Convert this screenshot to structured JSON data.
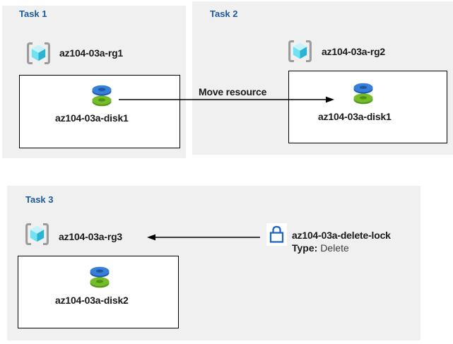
{
  "tasks": [
    {
      "title": "Task 1",
      "resource_group": "az104-03a-rg1",
      "disk": "az104-03a-disk1"
    },
    {
      "title": "Task 2",
      "resource_group": "az104-03a-rg2",
      "disk": "az104-03a-disk1"
    },
    {
      "title": "Task 3",
      "resource_group": "az104-03a-rg3",
      "disk": "az104-03a-disk2"
    }
  ],
  "move_arrow": {
    "label": "Move resource",
    "from": "az104-03a-disk1 in az104-03a-rg1",
    "to": "az104-03a-rg2"
  },
  "lock": {
    "name": "az104-03a-delete-lock",
    "type_label": "Type:",
    "type_value": "Delete",
    "applies_to": "az104-03a-rg3"
  },
  "icons": {
    "resource_group": "resource-group-icon",
    "disk": "disk-icon",
    "lock": "lock-icon",
    "move_arrow": "arrow-right-icon",
    "lock_arrow": "arrow-left-icon"
  },
  "colors": {
    "panel_bg": "#f0f0f0",
    "task_title": "#1b5a99",
    "text": "#1a1a1a",
    "box_border": "#000000",
    "bracket_gray": "#9b9b9b",
    "cube_top": "#c6f2fb",
    "cube_left": "#71e2f2",
    "cube_right": "#2bb3d2",
    "disk_blue": "#377fd9",
    "disk_blue_dark": "#1e5fae",
    "disk_green": "#74bd28",
    "disk_green_dark": "#55981c",
    "lock_blue": "#1f66c1",
    "arrow_black": "#000000"
  }
}
